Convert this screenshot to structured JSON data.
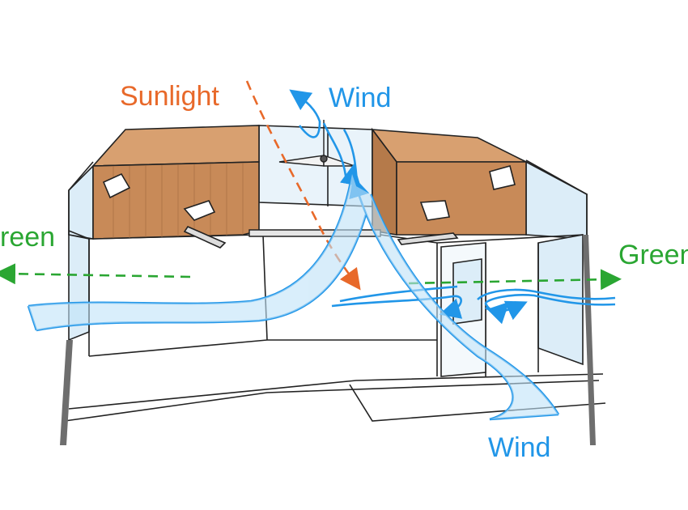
{
  "labels": {
    "sunlight": "Sunlight",
    "wind_top": "Wind",
    "wind_bottom": "Wind",
    "green_left": "reen",
    "green_right": "Green"
  },
  "colors": {
    "sunlight": "#e8692a",
    "wind": "#2196e8",
    "green": "#2aa632",
    "roof": "#c88a58",
    "wall_glass": "#dcedf8",
    "outline": "#222222",
    "post": "#6e6e6e"
  }
}
